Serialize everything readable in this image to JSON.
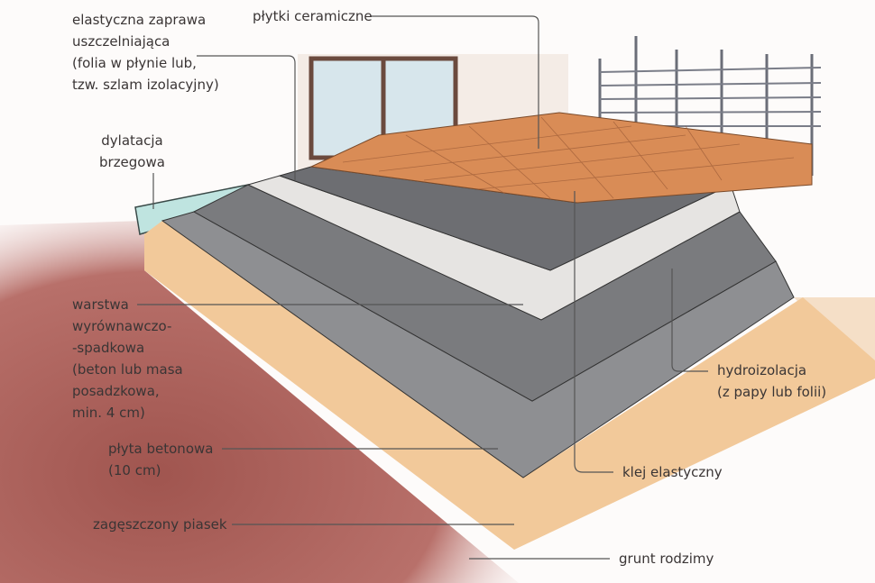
{
  "diagram": {
    "labels": {
      "mortar": [
        "elastyczna zaprawa",
        "uszczelniająca",
        "(folia w płynie lub,",
        "tzw. szlam izolacyjny)"
      ],
      "tiles": "płytki ceramiczne",
      "expansion": [
        "dylatacja",
        "brzegowa"
      ],
      "leveling": [
        "warstwa",
        "wyrównawczo-",
        "-spadkowa",
        "(beton lub masa",
        "posadzkowa,",
        "min. 4 cm)"
      ],
      "slab": [
        "płyta betonowa",
        "(10 cm)"
      ],
      "sand": "zagęszczony piasek",
      "soil": "grunt rodzimy",
      "adhesive": "klej elastyczny",
      "waterproofing": [
        "hydroizolacja",
        "(z papy lub folii)"
      ]
    },
    "colors": {
      "soil": "#a0554f",
      "sand": "#f2c99a",
      "concrete": "#8c8c8e",
      "screed": "#e8e6e4",
      "waterproof": "#6f6f72",
      "tiles": "#d98c56",
      "leader": "#555555"
    }
  }
}
